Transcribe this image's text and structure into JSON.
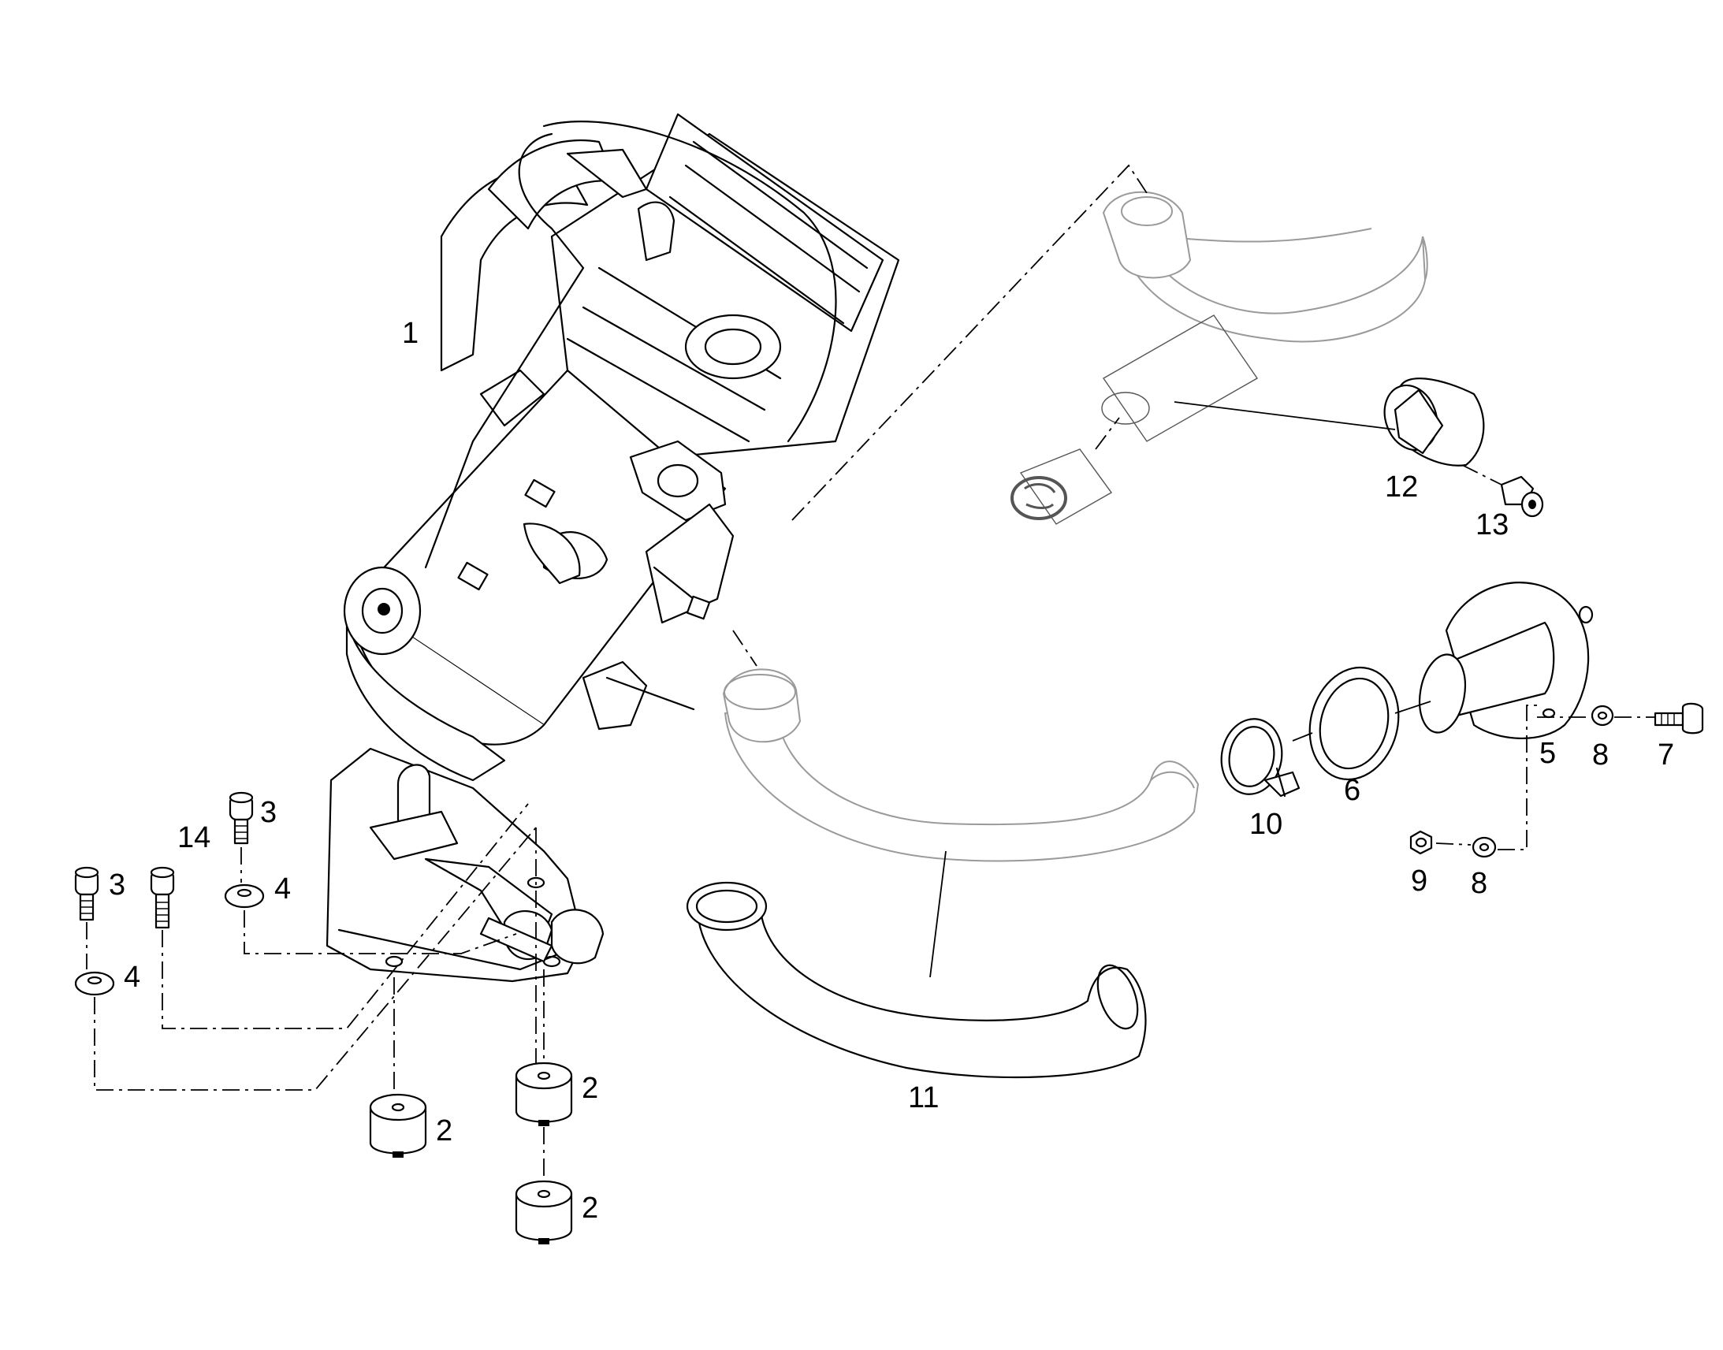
{
  "diagram": {
    "callouts": [
      {
        "id": "c1",
        "text": "1"
      },
      {
        "id": "c2a",
        "text": "2"
      },
      {
        "id": "c2b",
        "text": "2"
      },
      {
        "id": "c2c",
        "text": "2"
      },
      {
        "id": "c3a",
        "text": "3"
      },
      {
        "id": "c3b",
        "text": "3"
      },
      {
        "id": "c4a",
        "text": "4"
      },
      {
        "id": "c4b",
        "text": "4"
      },
      {
        "id": "c5",
        "text": "5"
      },
      {
        "id": "c6",
        "text": "6"
      },
      {
        "id": "c7",
        "text": "7"
      },
      {
        "id": "c8a",
        "text": "8"
      },
      {
        "id": "c8b",
        "text": "8"
      },
      {
        "id": "c9",
        "text": "9"
      },
      {
        "id": "c10",
        "text": "10"
      },
      {
        "id": "c11",
        "text": "11"
      },
      {
        "id": "c12",
        "text": "12"
      },
      {
        "id": "c13",
        "text": "13"
      },
      {
        "id": "c14",
        "text": "14"
      }
    ]
  }
}
